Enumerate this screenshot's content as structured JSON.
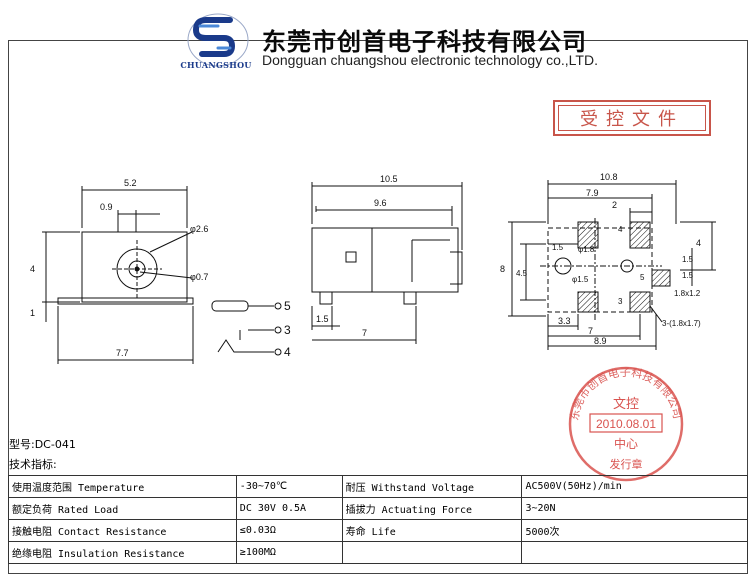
{
  "header": {
    "logo_text": "CHUANGSHOU",
    "company_cn": "东莞市创首电子科技有限公司",
    "company_en": "Dongguan chuangshou electronic technology co.,LTD."
  },
  "controlled_doc_label": "受控文件",
  "drawing": {
    "left_view": {
      "dim_width": "5.2",
      "dim_offset": "0.9",
      "dim_height": "4",
      "dim_base": "1",
      "dim_total": "7.7",
      "dim_hole_outer": "φ2.6",
      "dim_hole_pin": "φ0.7"
    },
    "pins": {
      "pin5": "5",
      "pin3": "3",
      "pin4": "4"
    },
    "middle_view": {
      "dim_total": "10.5",
      "dim_body": "9.6",
      "dim_pin_offset": "1.5",
      "dim_pin_spacing": "7"
    },
    "right_view": {
      "dim_total": "10.8",
      "dim_width": "7.9",
      "dim_pad": "2",
      "dim_pad_gap": "1.5",
      "dim_hole_big": "φ1.8",
      "dim_hole_small": "φ1.5",
      "dim_height": "8",
      "dim_mid": "4.5",
      "dim_right_1": "4",
      "dim_right_2": "1.5",
      "dim_right_3": "1.5",
      "dim_pin_4": "4",
      "dim_pin_5": "5",
      "dim_pin_3": "3",
      "dim_small_pad": "1.8x1.2",
      "dim_left_offset": "3.3",
      "dim_bottom": "7",
      "dim_bottom_total": "8.9",
      "dim_pin_note": "3-(1.8x1.7)"
    }
  },
  "stamp": {
    "ring_text": "东莞市创首电子科技有限公司",
    "line1": "文控",
    "date": "2010.08.01",
    "line3": "中心",
    "bottom_text": "发行章"
  },
  "model_label": "型号:DC-041",
  "spec_title": "技术指标:",
  "spec_table": [
    [
      "使用温度范围 Temperature",
      "-30~70℃",
      "耐压 Withstand Voltage",
      "AC500V(50Hz)/min"
    ],
    [
      "额定负荷 Rated Load",
      "DC 30V 0.5A",
      "插拔力 Actuating Force",
      "3~20N"
    ],
    [
      "接触电阻 Contact Resistance",
      "≤0.03Ω",
      "寿命 Life",
      "5000次"
    ],
    [
      "绝缘电阻 Insulation Resistance",
      "≥100MΩ",
      "",
      ""
    ]
  ],
  "colors": {
    "stamp_red": "#d9534f",
    "controlled_red": "#c8554a",
    "logo_blue": "#1a3a8a"
  }
}
